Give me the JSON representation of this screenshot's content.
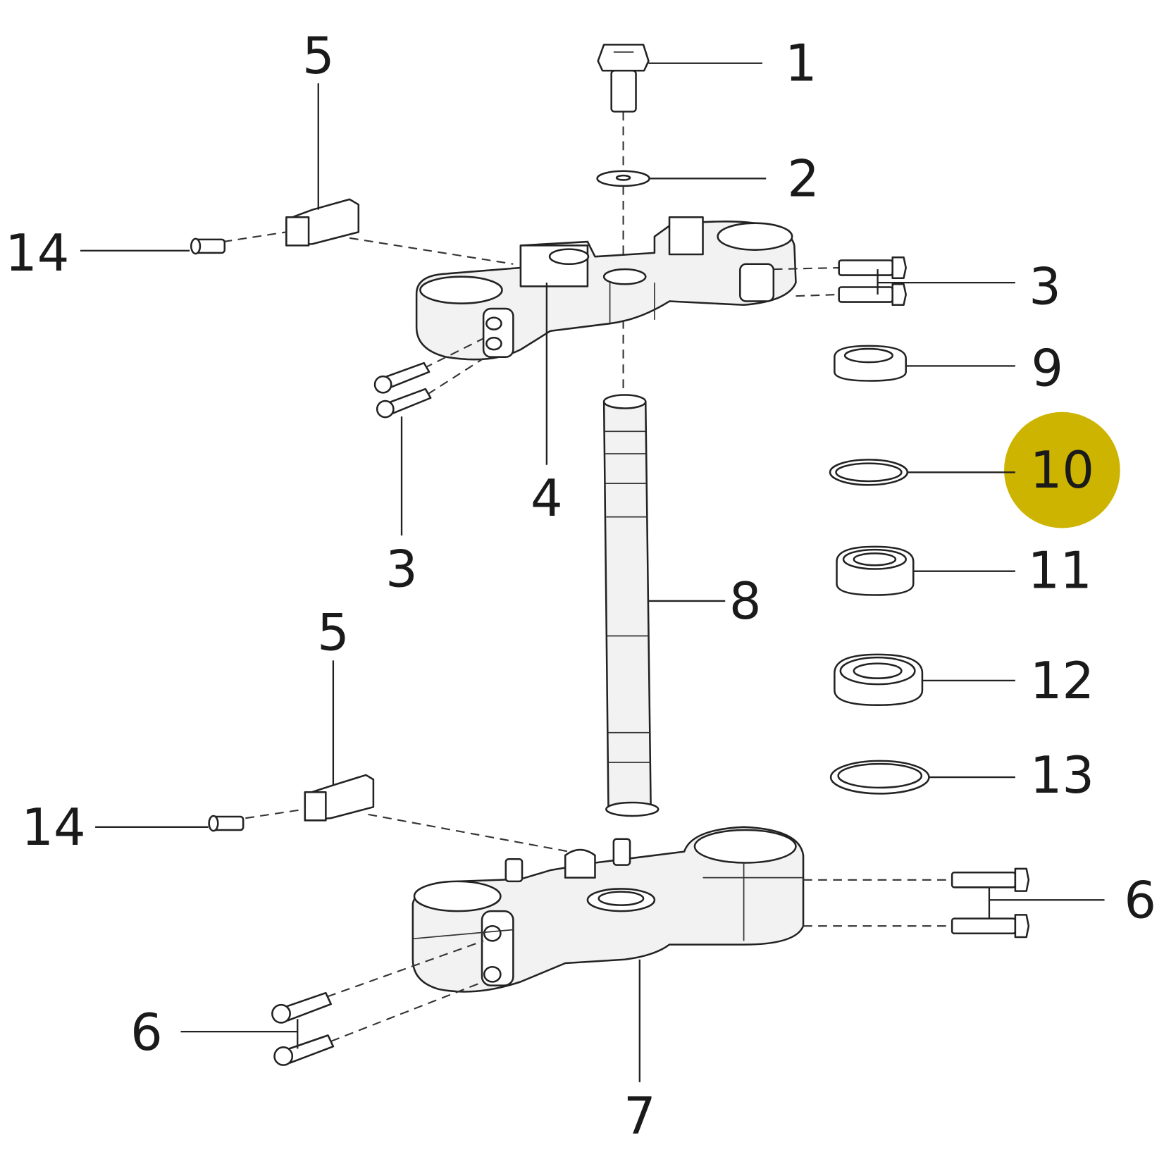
{
  "diagram": {
    "title": "Steering stem / triple clamp exploded view",
    "highlight_color": "#CDB400",
    "highlighted_part": "10",
    "callouts": {
      "c1": "1",
      "c2": "2",
      "c3_right": "3",
      "c3_left": "3",
      "c4": "4",
      "c5_upper": "5",
      "c5_lower": "5",
      "c6_right": "6",
      "c6_left": "6",
      "c7": "7",
      "c8": "8",
      "c9": "9",
      "c10": "10",
      "c11": "11",
      "c12": "12",
      "c13": "13",
      "c14_upper": "14",
      "c14_lower": "14"
    }
  }
}
